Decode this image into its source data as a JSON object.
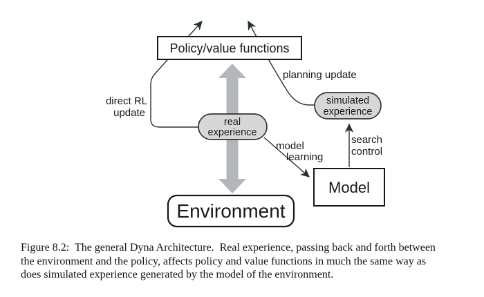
{
  "figure": {
    "nodes": {
      "policy": "Policy/value functions",
      "real_experience": {
        "line1": "real",
        "line2": "experience"
      },
      "simulated_experience": {
        "line1": "simulated",
        "line2": "experience"
      },
      "model": "Model",
      "environment": "Environment"
    },
    "edges": {
      "direct_rl": {
        "line1": "direct RL",
        "line2": "update"
      },
      "planning_update": "planning update",
      "model_learning": {
        "line1": "model",
        "line2": "learning"
      },
      "search_control": {
        "line1": "search",
        "line2": "control"
      }
    },
    "colors": {
      "thick_arrow": "#b4b7ba",
      "oval_fill": "#d7d7d7",
      "line": "#26323a",
      "border": "#14181b",
      "background": "#ffffff"
    }
  },
  "caption": {
    "lines": [
      "Figure 8.2:  The general Dyna Architecture.  Real experience, passing back and forth between",
      "the environment and the policy, affects policy and value functions in much the same way as",
      "does simulated experience generated by the model of the environment."
    ]
  }
}
